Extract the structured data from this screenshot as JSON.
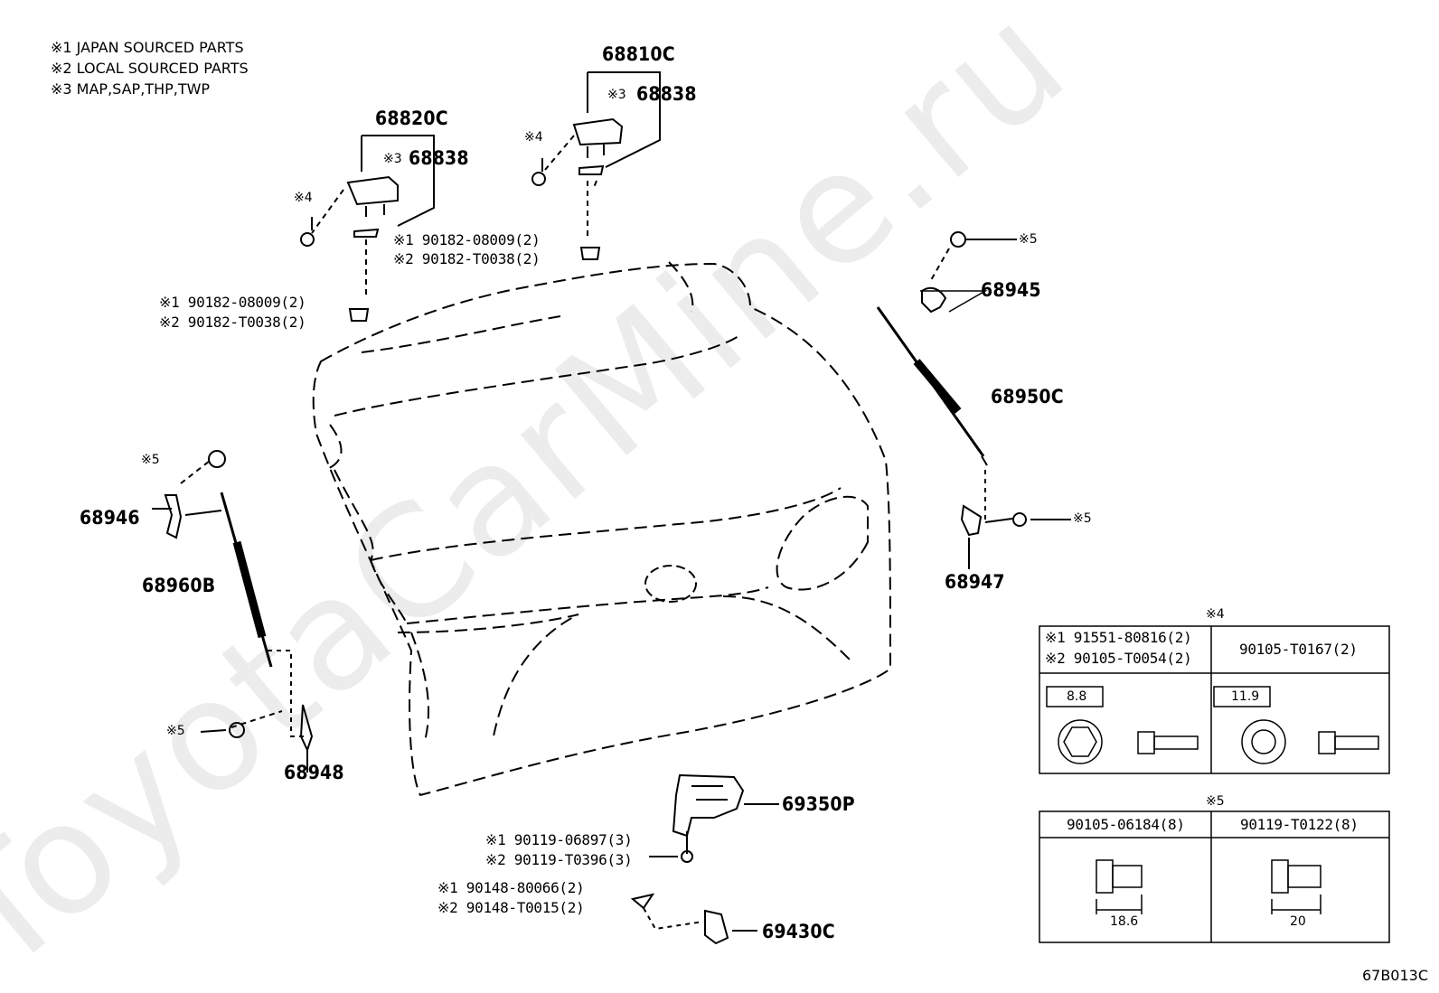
{
  "notes": [
    "※1 JAPAN SOURCED PARTS",
    "※2 LOCAL SOURCED PARTS",
    "※3 MAP,SAP,THP,TWP"
  ],
  "watermark": "ToyotaCarMine.ru",
  "drawing_code": "67B013C",
  "parts": {
    "p68810C": "68810C",
    "p68838_right": "68838",
    "mark3_right": "※3",
    "mark4_right": "※4",
    "bolt_right_1": "※1 90182-08009(2)",
    "bolt_right_2": "※2 90182-T0038(2)",
    "p68820C": "68820C",
    "p68838_left": "68838",
    "mark3_left": "※3",
    "mark4_left": "※4",
    "bolt_left_1": "※1 90182-08009(2)",
    "bolt_left_2": "※2 90182-T0038(2)",
    "p68945": "68945",
    "mark5_top_right": "※5",
    "p68950C": "68950C",
    "p68947": "68947",
    "mark5_mid_right": "※5",
    "p68946": "68946",
    "mark5_top_left": "※5",
    "p68960B": "68960B",
    "p68948": "68948",
    "mark5_bottom_left": "※5",
    "p69350P": "69350P",
    "screw_1": "※1 90119-06897(3)",
    "screw_2": "※2 90119-T0396(3)",
    "rivet_1": "※1 90148-80066(2)",
    "rivet_2": "※2 90148-T0015(2)",
    "p69430C": "69430C"
  },
  "table4": {
    "title": "※4",
    "left_head_1": "※1 91551-80816(2)",
    "left_head_2": "※2 90105-T0054(2)",
    "right_head": "90105-T0167(2)",
    "left_size": "8.8",
    "right_size": "11.9"
  },
  "table5": {
    "title": "※5",
    "left_head": "90105-06184(8)",
    "right_head": "90119-T0122(8)",
    "left_len": "18.6",
    "right_len": "20"
  }
}
